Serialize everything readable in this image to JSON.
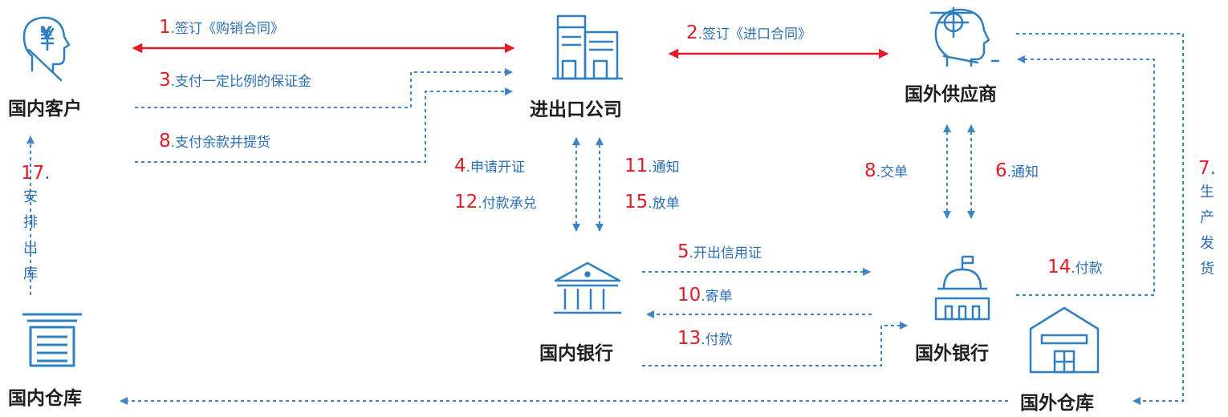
{
  "nodes": {
    "domestic_customer": "国内客户",
    "import_export_company": "进出口公司",
    "foreign_supplier": "国外供应商",
    "domestic_bank": "国内银行",
    "foreign_bank": "国外银行",
    "domestic_warehouse": "国内仓库",
    "foreign_warehouse": "国外仓库"
  },
  "steps": {
    "s1": {
      "num": "1",
      "text": ".签订《购销合同》"
    },
    "s2": {
      "num": "2",
      "text": ".签订《进口合同》"
    },
    "s3": {
      "num": "3",
      "text": ".支付一定比例的保证金"
    },
    "s8a": {
      "num": "8",
      "text": ".支付余款并提货"
    },
    "s4": {
      "num": "4",
      "text": ".申请开证"
    },
    "s11": {
      "num": "11",
      "text": ".通知"
    },
    "s12": {
      "num": "12",
      "text": ".付款承兑"
    },
    "s15": {
      "num": "15",
      "text": ".放单"
    },
    "s8b": {
      "num": "8",
      "text": ".交单"
    },
    "s6": {
      "num": "6",
      "text": ".通知"
    },
    "s5": {
      "num": "5",
      "text": ".开出信用证"
    },
    "s10": {
      "num": "10",
      "text": ".寄单"
    },
    "s13": {
      "num": "13",
      "text": ".付款"
    },
    "s14": {
      "num": "14",
      "text": ".付款"
    },
    "s17": {
      "num": "17",
      "suffix": ".",
      "chars": [
        "安",
        "排",
        "出",
        "库"
      ]
    },
    "s7": {
      "num": "7",
      "suffix": ".",
      "chars": [
        "生",
        "产",
        "发",
        "货"
      ]
    }
  },
  "icons": {
    "customer": "head-yen-icon",
    "company": "office-building-icon",
    "supplier": "head-globe-icon",
    "dom_bank": "bank-columns-icon",
    "for_bank": "domed-bank-icon",
    "dom_wh": "shutter-warehouse-icon",
    "for_wh": "warehouse-icon"
  },
  "colors": {
    "arrow_blue": "#3d85c6",
    "contract_red": "#e21b24",
    "step_number": "#e21b24",
    "label_text": "#2a6fb5",
    "node_text": "#1f1f1f"
  }
}
